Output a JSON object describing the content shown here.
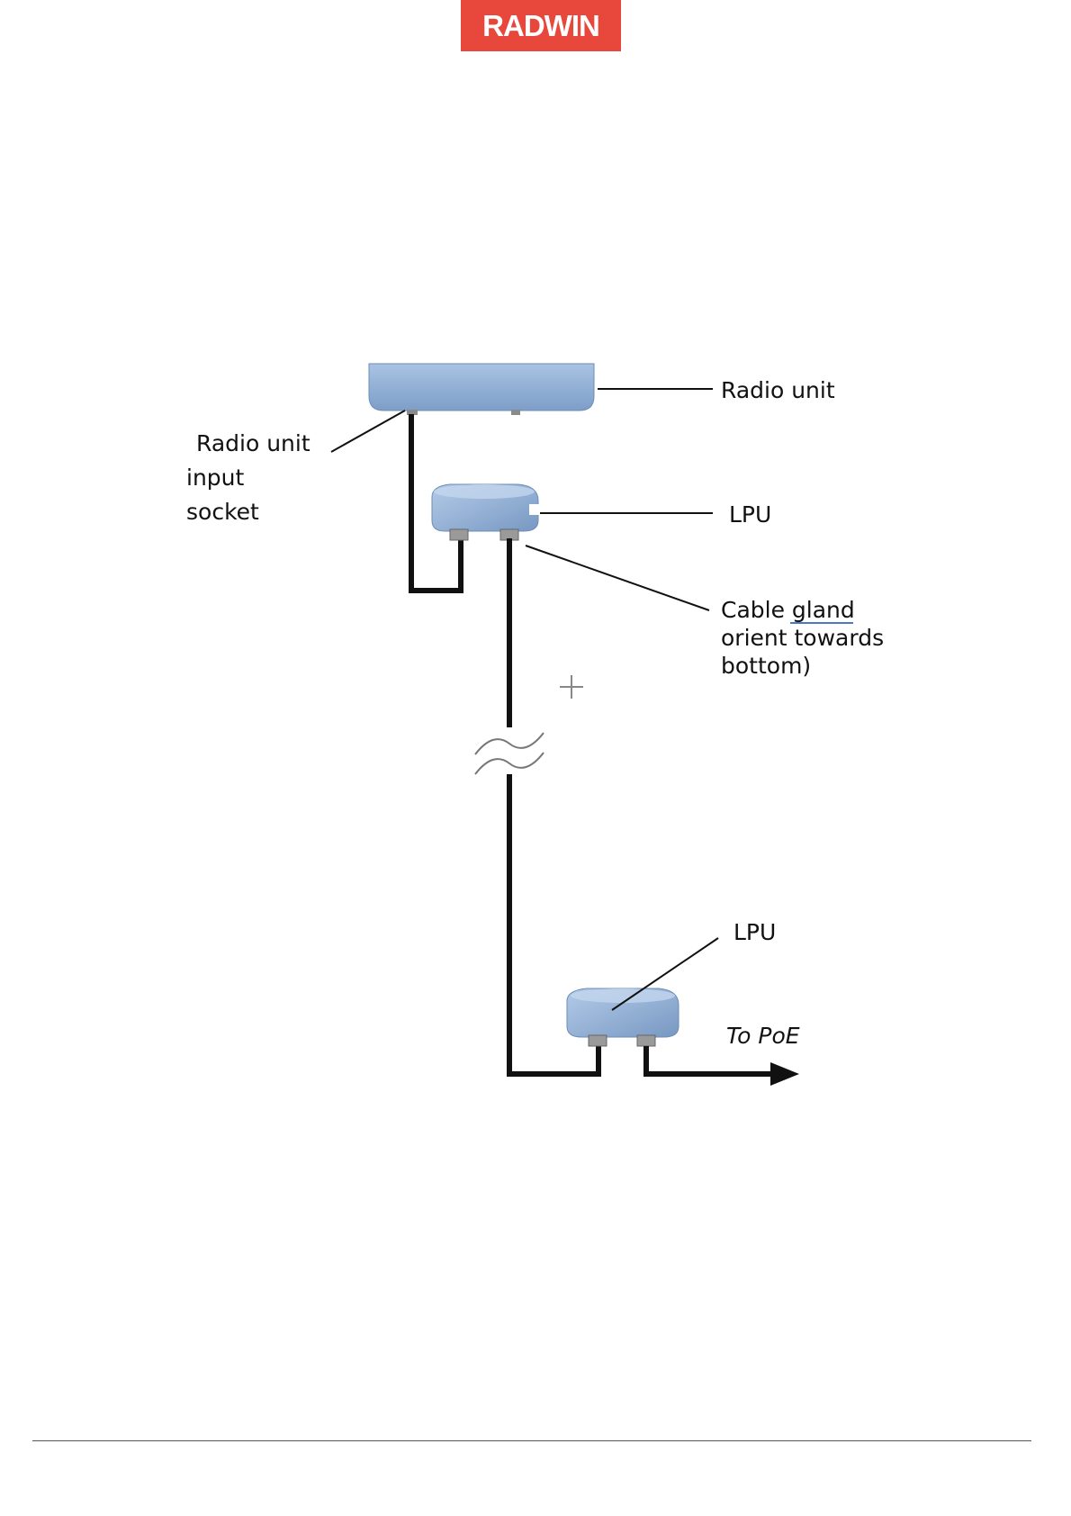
{
  "header": {
    "brand": "RADWIN",
    "brand_color": "#e8473b"
  },
  "diagram": {
    "labels": {
      "radio_unit": "Radio unit",
      "input_socket_line1": "Radio unit",
      "input_socket_line2": "input",
      "input_socket_line3": "socket",
      "lpu_top": "LPU",
      "gland_line1": "Cable gland",
      "gland_line2": "orient towards",
      "gland_line3": "bottom)",
      "lpu_bottom": "LPU",
      "to_poe": "To PoE"
    },
    "colors": {
      "device_fill": "#8fb0d6",
      "device_shadow": "#6d8db5",
      "cable": "#111111"
    }
  }
}
